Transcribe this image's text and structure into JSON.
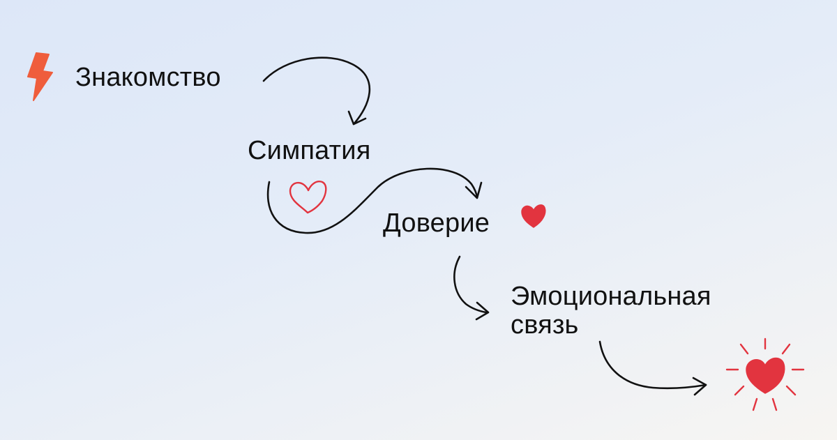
{
  "steps": [
    {
      "label": "Знакомство"
    },
    {
      "label": "Симпатия"
    },
    {
      "label": "Доверие"
    },
    {
      "label": "Эмоциональная\nсвязь"
    }
  ],
  "icons": {
    "start": "lightning-bolt-icon",
    "outline_heart": "heart-outline-icon",
    "small_heart": "heart-icon",
    "glowing_heart": "glowing-heart-icon",
    "arrow": "curved-arrow-icon"
  },
  "colors": {
    "background_top": "#dde7f8",
    "background_bottom": "#f7f5f2",
    "text": "#111111",
    "stroke": "#111111",
    "accent_bolt": "#ef5d3c",
    "accent_heart": "#e2343f"
  }
}
